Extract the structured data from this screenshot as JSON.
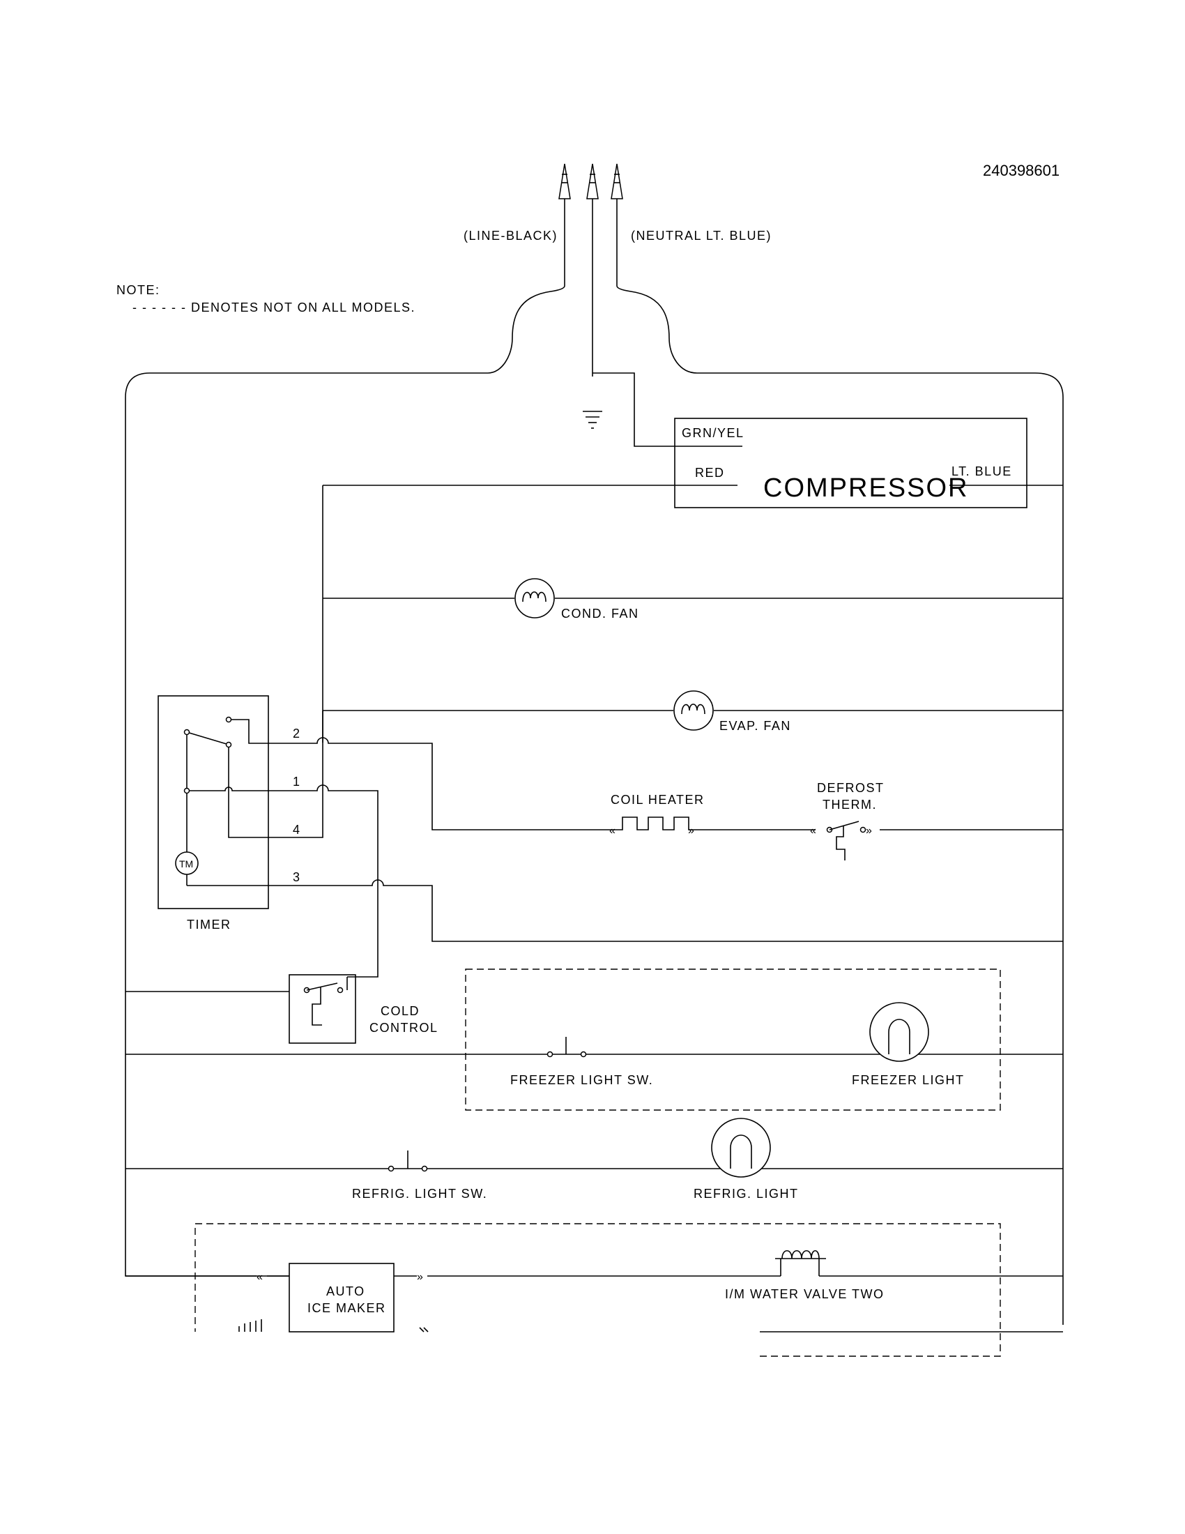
{
  "doc_number": "240398601",
  "labels": {
    "line": "(LINE-BLACK)",
    "neutral": "(NEUTRAL LT. BLUE)",
    "note_title": "NOTE:",
    "note_body": "- - - - - - DENOTES NOT ON ALL MODELS.",
    "grn_yel": "GRN/YEL",
    "red": "RED",
    "compressor": "COMPRESSOR",
    "lt_blue": "LT. BLUE",
    "cond_fan": "COND. FAN",
    "evap_fan": "EVAP. FAN",
    "coil_heater": "COIL HEATER",
    "defrost_1": "DEFROST",
    "defrost_2": "THERM.",
    "timer": "TIMER",
    "timer_motor": "TM",
    "term_2": "2",
    "term_1": "1",
    "term_4": "4",
    "term_3": "3",
    "cold_1": "COLD",
    "cold_2": "CONTROL",
    "freezer_light_sw": "FREEZER LIGHT SW.",
    "freezer_light": "FREEZER LIGHT",
    "refrig_light_sw": "REFRIG. LIGHT SW.",
    "refrig_light": "REFRIG. LIGHT",
    "auto_ice_1": "AUTO",
    "auto_ice_2": "ICE MAKER",
    "water_valve": "I/M WATER VALVE TWO"
  }
}
